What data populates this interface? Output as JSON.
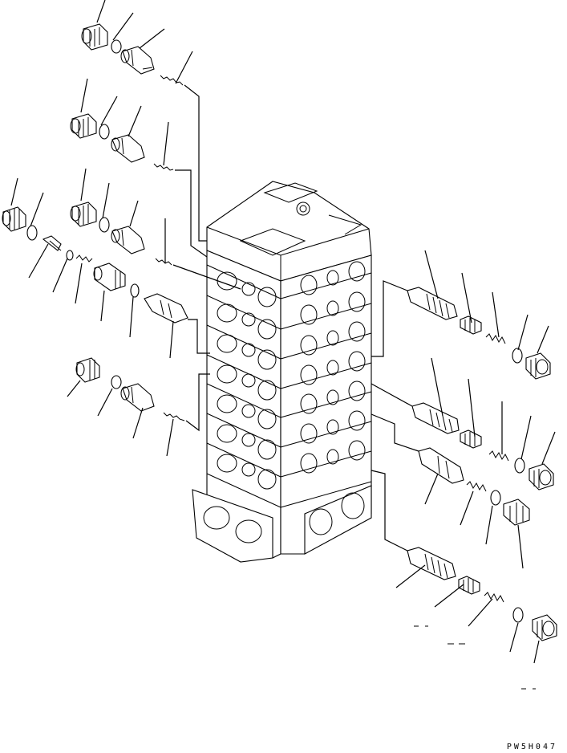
{
  "drawing_code": "PW5H047",
  "parts": {
    "valve_block": "control-valve-body",
    "left_groups": 4,
    "right_groups": 3
  }
}
